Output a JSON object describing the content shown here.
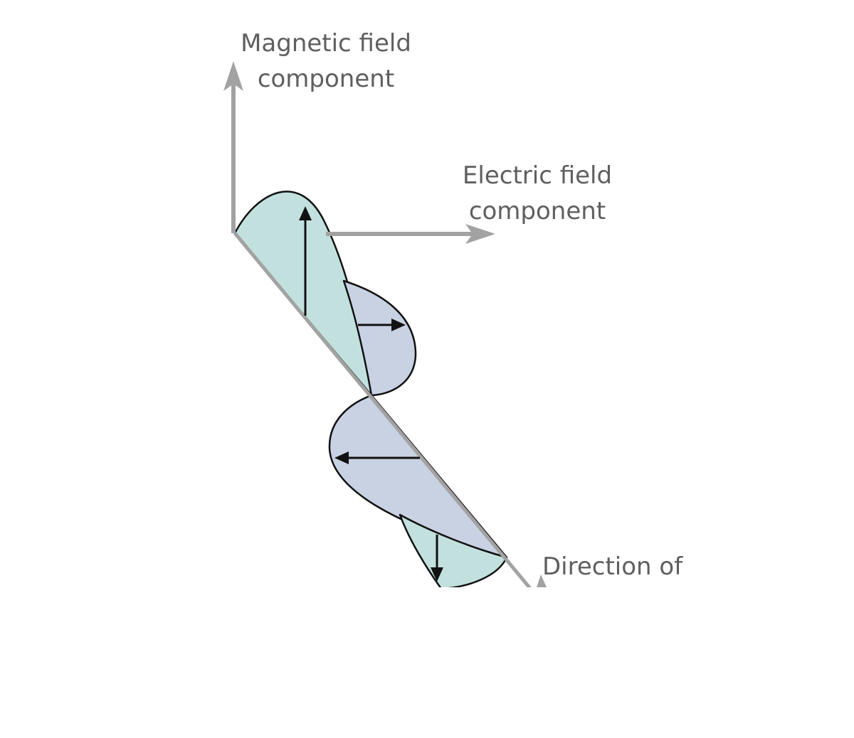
{
  "labels": {
    "magnetic": {
      "line1": "Magnetic field",
      "line2": "component"
    },
    "electric": {
      "line1": "Electric field",
      "line2": "component"
    },
    "direction": {
      "line1": "Direction of"
    }
  },
  "colors": {
    "axis": "#a2a2a2",
    "magnetic_fill": "#c2e1de",
    "electric_fill": "#c9d2e3",
    "outline": "#111111",
    "text": "#5f5f5f"
  }
}
